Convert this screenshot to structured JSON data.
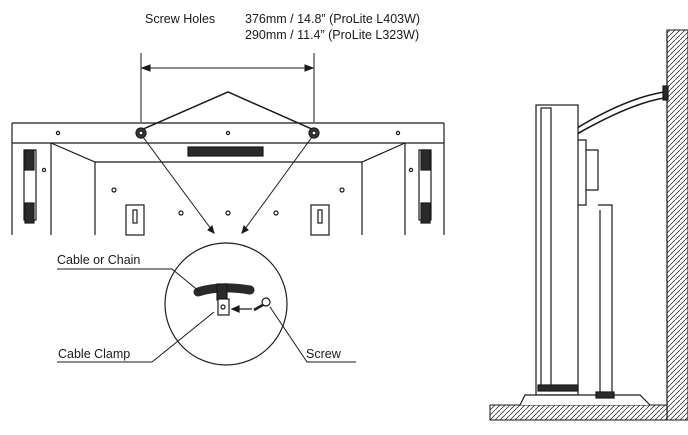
{
  "header": {
    "title": "Screw Holes",
    "spec_l403w": "376mm / 14.8” (ProLite L403W)",
    "spec_l323w": "290mm / 11.4” (ProLite L323W)"
  },
  "callouts": {
    "cable_or_chain": "Cable or Chain",
    "cable_clamp": "Cable Clamp",
    "screw": "Screw"
  },
  "colors": {
    "ink": "#1a1a1a",
    "dark": "#3a3a3a",
    "background": "#ffffff"
  }
}
